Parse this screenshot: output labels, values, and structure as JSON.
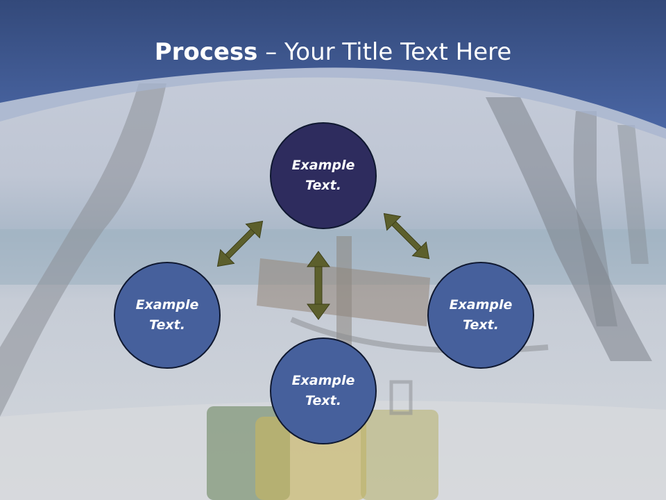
{
  "slide": {
    "title_bold": "Process",
    "title_rest": " – Your Title Text Here"
  },
  "nodes": {
    "top": "Example\nText.",
    "left": "Example\nText.",
    "right": "Example\nText.",
    "bottom": "Example\nText."
  },
  "colors": {
    "title_band": "#3c5894",
    "center_node": "#2e2c5e",
    "outer_nodes": "#46609c",
    "arrows": "#5c5f2c"
  }
}
